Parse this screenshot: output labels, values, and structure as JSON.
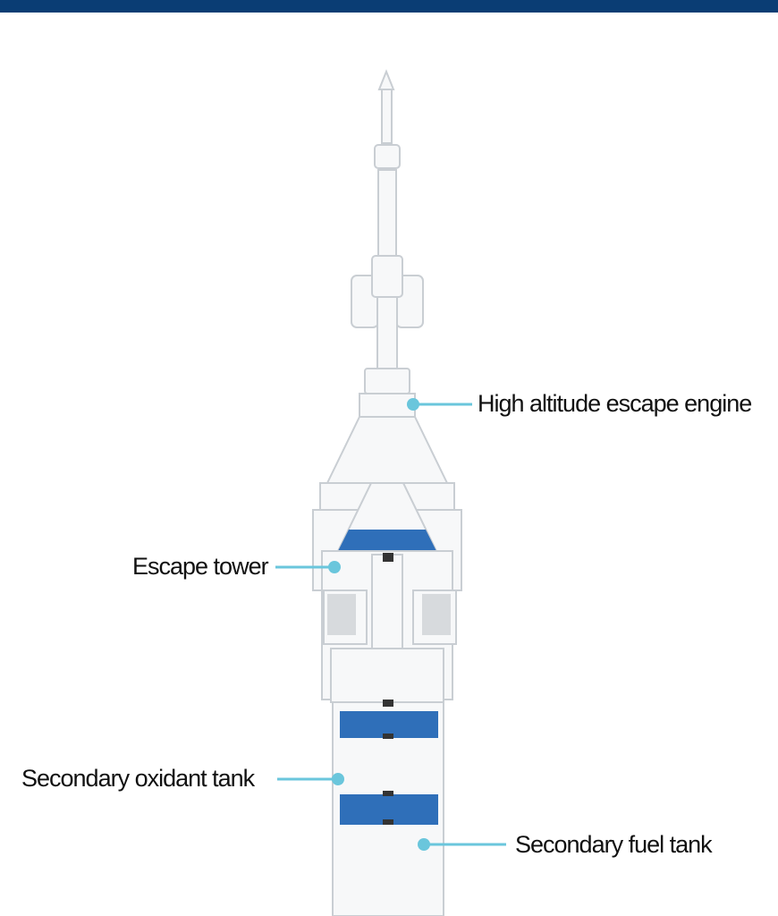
{
  "colors": {
    "top_bar": "#0a3d74",
    "accent_blue": "#2f6fb9",
    "leader_line": "#6ac6dc",
    "outline": "#c9ced3",
    "body_white": "#f7f8f9"
  },
  "callouts": [
    {
      "id": "high-altitude-escape-engine",
      "label": "High altitude escape engine"
    },
    {
      "id": "escape-tower",
      "label": "Escape tower"
    },
    {
      "id": "secondary-oxidant-tank",
      "label": "Secondary oxidant tank"
    },
    {
      "id": "secondary-fuel-tank",
      "label": "Secondary fuel tank"
    }
  ]
}
